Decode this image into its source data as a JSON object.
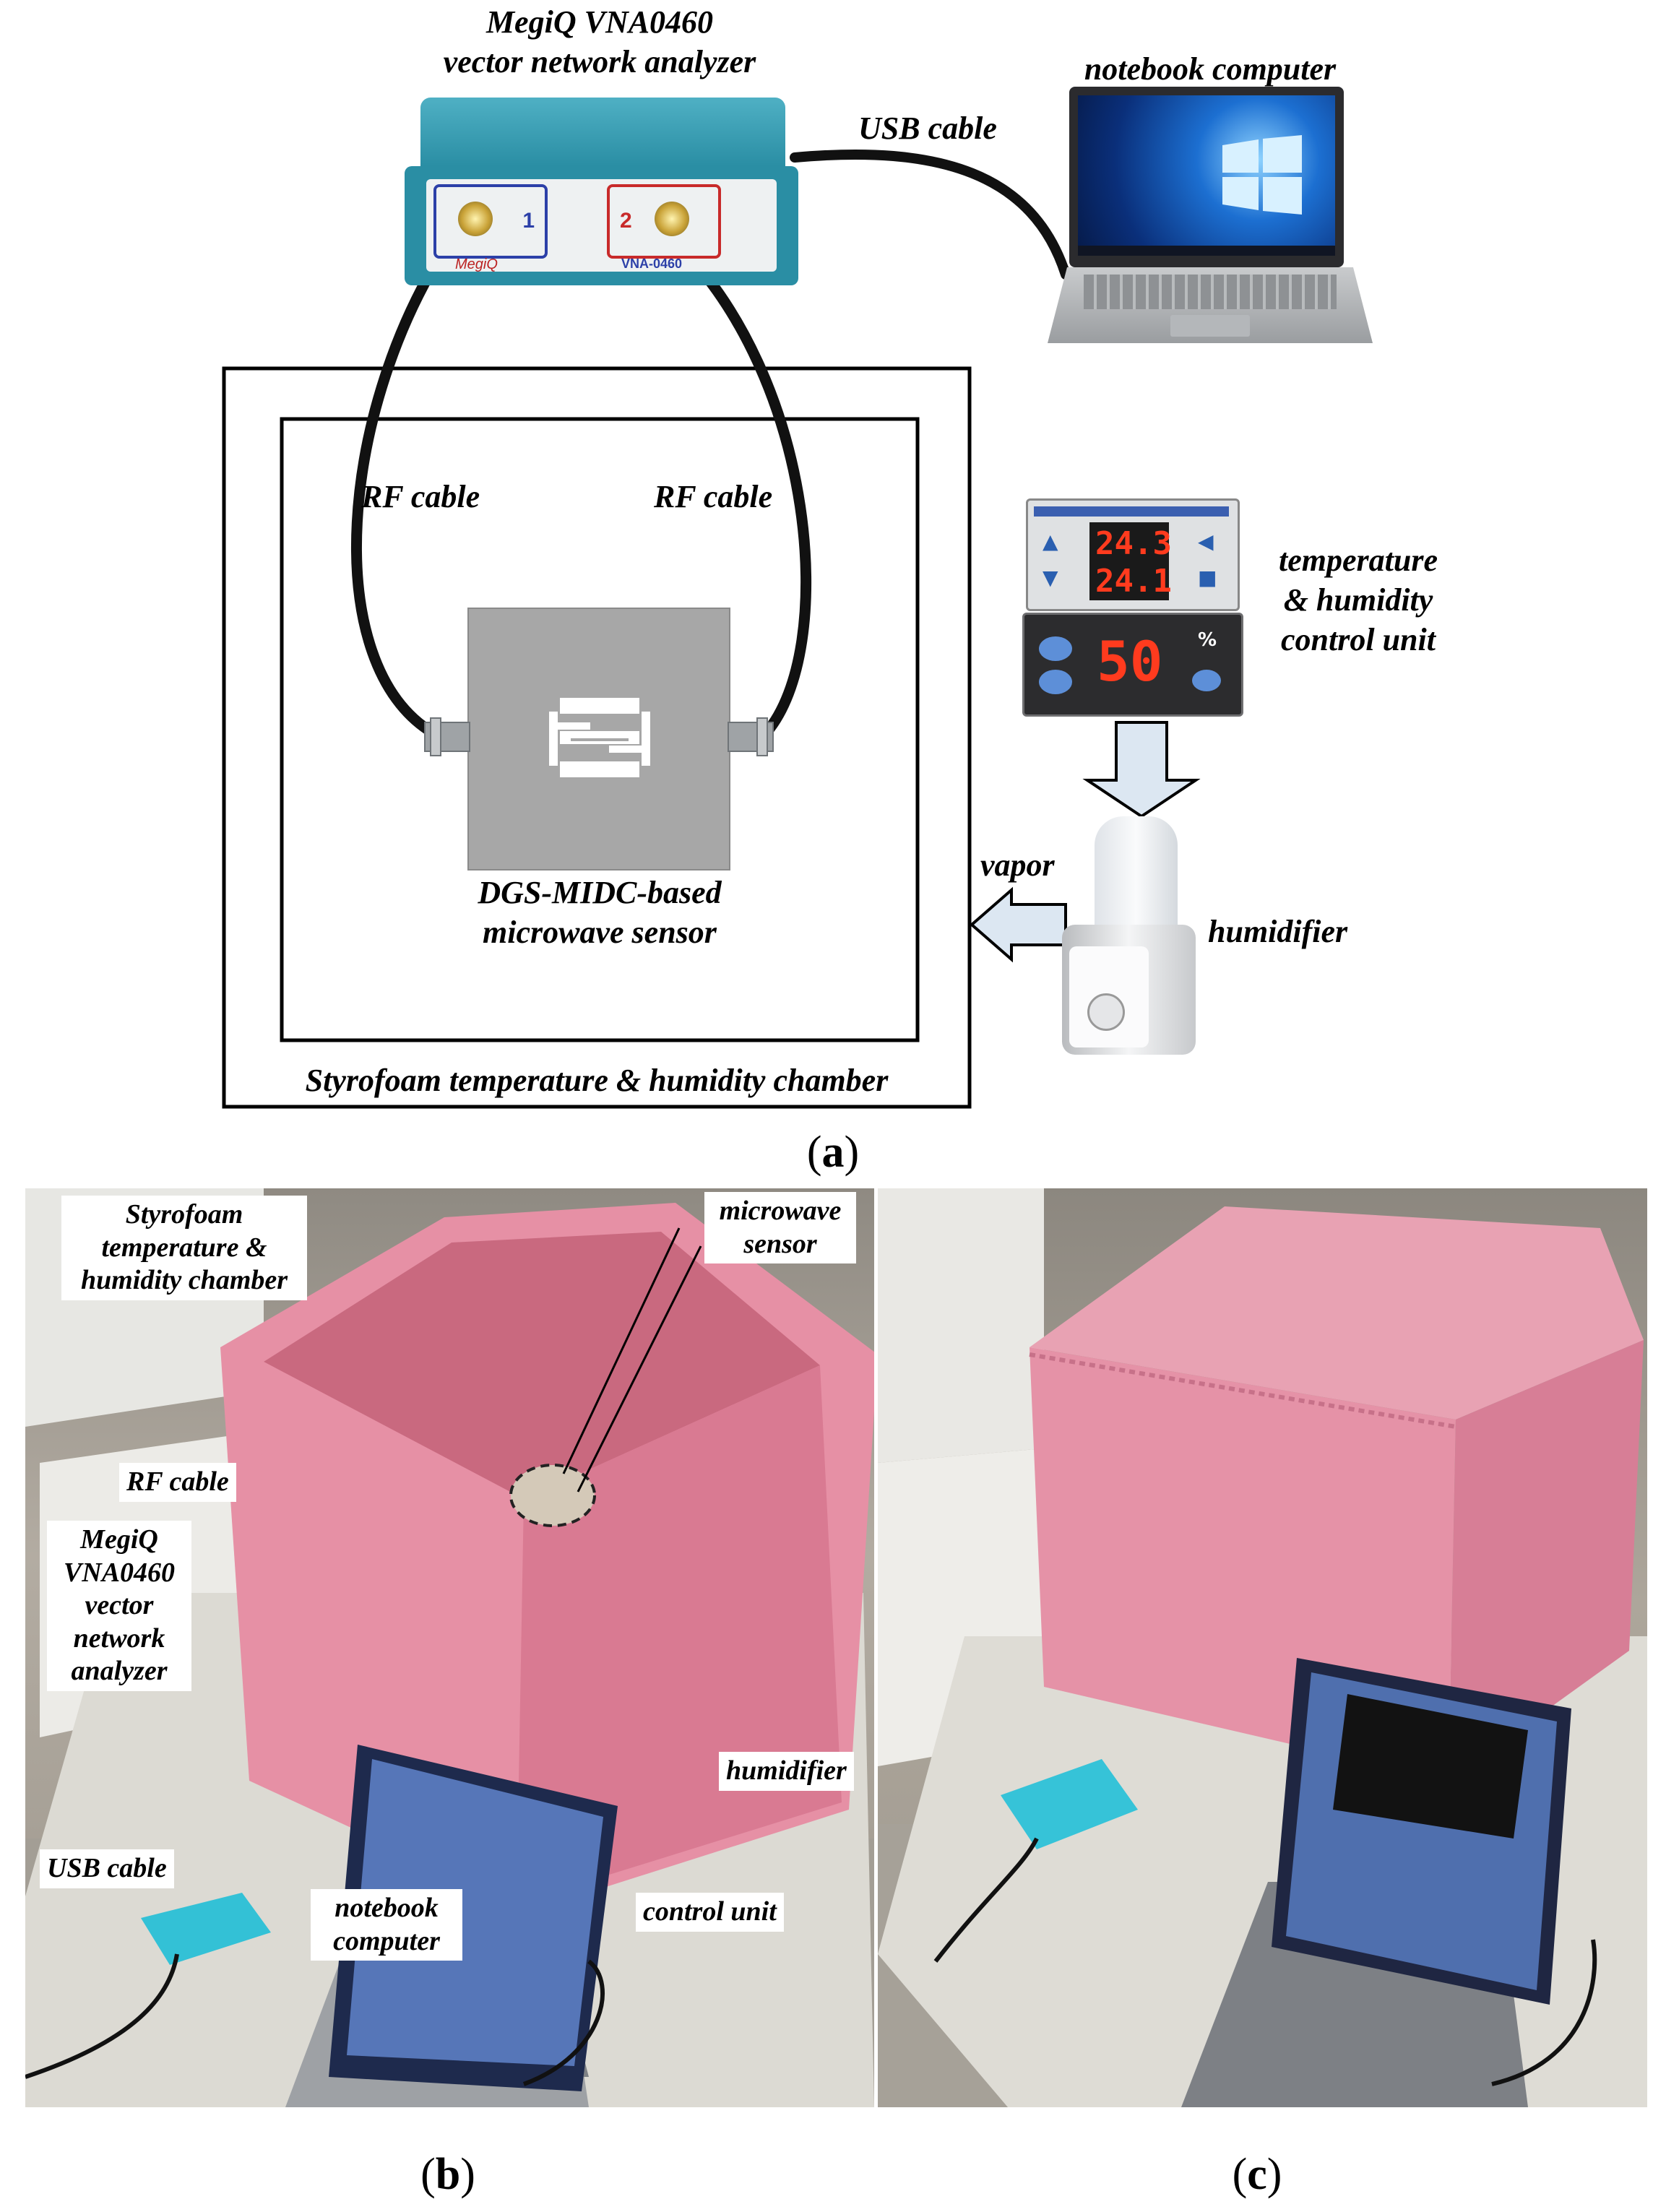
{
  "panel_a": {
    "vna_title_line1": "MegiQ VNA0460",
    "vna_title_line2": "vector network analyzer",
    "vna_port1": "1",
    "vna_port2": "2",
    "vna_brand": "MegiQ",
    "vna_model": "VNA-0460",
    "laptop_label": "notebook computer",
    "usb_label": "USB cable",
    "rf_left": "RF cable",
    "rf_right": "RF cable",
    "sensor_line1": "DGS-MIDC-based",
    "sensor_line2": "microwave sensor",
    "control_line1": "temperature",
    "control_line2": "& humidity",
    "control_line3": "control unit",
    "temp_display_top": "24.3",
    "temp_display_bottom": "24.1",
    "humidity_display": "50",
    "humidity_unit": "%",
    "vapor_label": "vapor",
    "humidifier_label": "humidifier",
    "chamber_label": "Styrofoam temperature & humidity chamber",
    "caption": "a"
  },
  "panel_b": {
    "chamber_line1": "Styrofoam",
    "chamber_line2": "temperature &",
    "chamber_line3": "humidity chamber",
    "sensor_line1": "microwave",
    "sensor_line2": "sensor",
    "rf_label": "RF cable",
    "vna_line1": "MegiQ",
    "vna_line2": "VNA0460",
    "vna_line3": "vector",
    "vna_line4": "network",
    "vna_line5": "analyzer",
    "humidifier_label": "humidifier",
    "usb_label": "USB cable",
    "control_label": "control unit",
    "notebook_line1": "notebook",
    "notebook_line2": "computer",
    "caption": "b"
  },
  "panel_c": {
    "caption": "c"
  },
  "colors": {
    "vna_teal": "#2a8ea4",
    "styrofoam_pink": "#e890a6",
    "sensor_gray": "#a9a9a9",
    "display_red": "#ff3b1e",
    "arrow_fill": "#dce7f2"
  }
}
